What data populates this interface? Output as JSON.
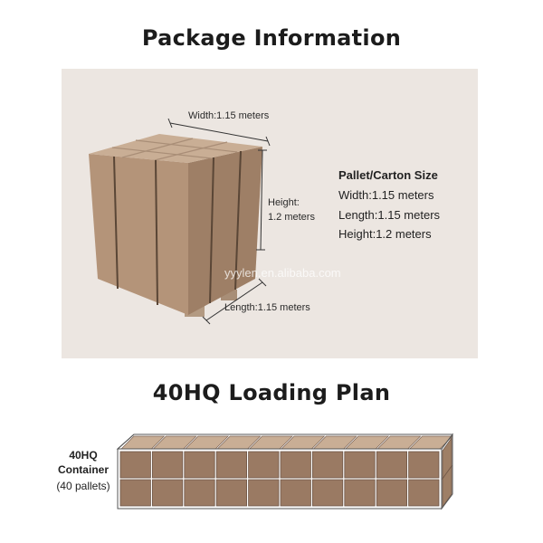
{
  "package": {
    "title": "Package Information",
    "dim_width": "Width:1.15 meters",
    "dim_height_line1": "Height:",
    "dim_height_line2": "1.2 meters",
    "dim_length": "Length:1.15 meters",
    "watermark": "yyylen.en.alibaba.com",
    "spec_title": "Pallet/Carton Size",
    "spec_width": "Width:1.15 meters",
    "spec_length": "Length:1.15 meters",
    "spec_height": "Height:1.2 meters"
  },
  "loading": {
    "title": "40HQ Loading Plan",
    "label_line1": "40HQ",
    "label_line2": "Container",
    "label_line3": "(40 pallets)"
  },
  "colors": {
    "panel_bg": "#ece6e1",
    "carton_front": "#b49479",
    "carton_side": "#9e7f66",
    "carton_top": "#c9ae95",
    "pallet_box": "#9a7a63"
  }
}
